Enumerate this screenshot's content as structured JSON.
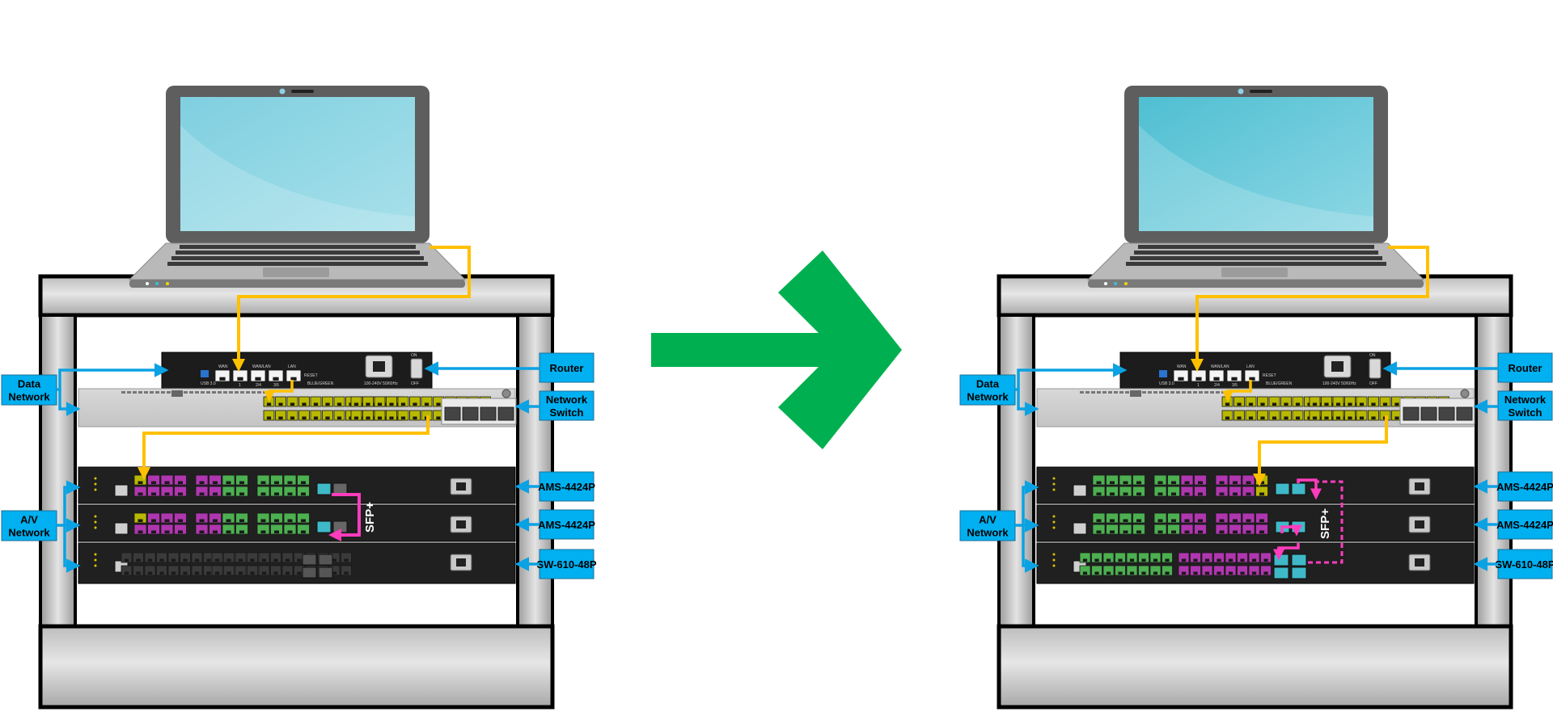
{
  "labels": {
    "data_network": [
      "Data",
      "Network"
    ],
    "av_network": [
      "A/V",
      "Network"
    ],
    "router": "Router",
    "network_switch": [
      "Network",
      "Switch"
    ],
    "ams_1": "AMS-4424P",
    "ams_2": "AMS-4424P",
    "sw_610": "SW-610-48P",
    "sfp": "SFP+"
  },
  "router_ports": [
    "WAN",
    "1",
    "WAN/LAN",
    "2/4",
    "3/5",
    "LAN",
    "RESET"
  ],
  "router_small": [
    "USB 3.0",
    "BLUE/GREEN",
    "100-240V 50/60Hz",
    "ON",
    "OFF"
  ],
  "colors": {
    "callout": "#00b0f0",
    "arrow_line": "#0aa2e3",
    "laptop_cable": "#ffc000",
    "sfp_cable": "#ff3cbe",
    "big_arrow": "#00b050",
    "port_green": "#4cb050",
    "port_magenta": "#b036b0",
    "port_yellow": "#b8b800",
    "port_teal": "#3fb9c8"
  }
}
